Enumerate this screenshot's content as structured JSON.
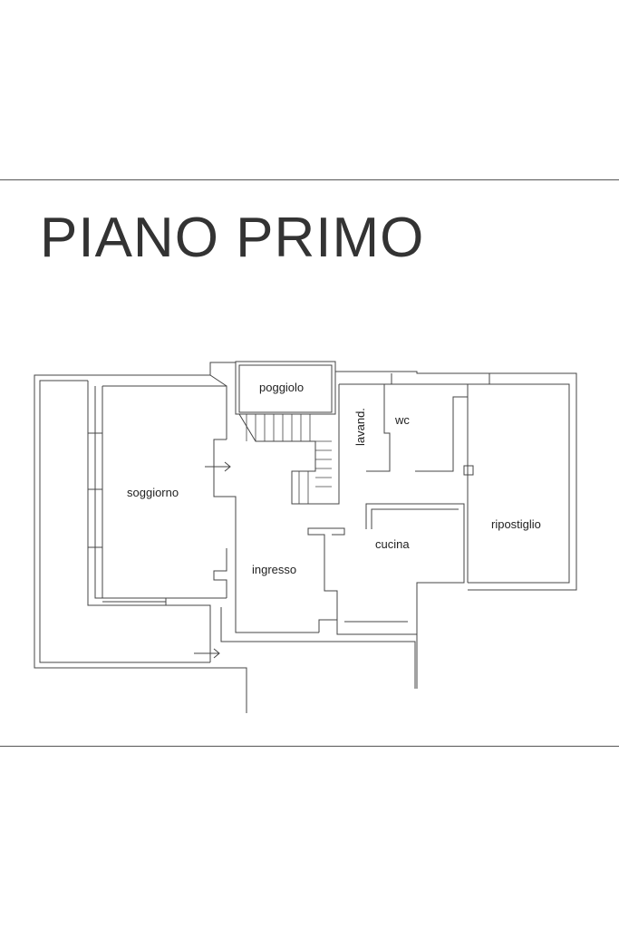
{
  "title": "PIANO PRIMO",
  "rooms": {
    "poggiolo": "poggiolo",
    "lavand": "lavand.",
    "wc": "wc",
    "soggiorno": "soggiorno",
    "ripostiglio": "ripostiglio",
    "cucina": "cucina",
    "ingresso": "ingresso"
  },
  "colors": {
    "line": "#444444",
    "text": "#222222",
    "background": "#ffffff"
  }
}
